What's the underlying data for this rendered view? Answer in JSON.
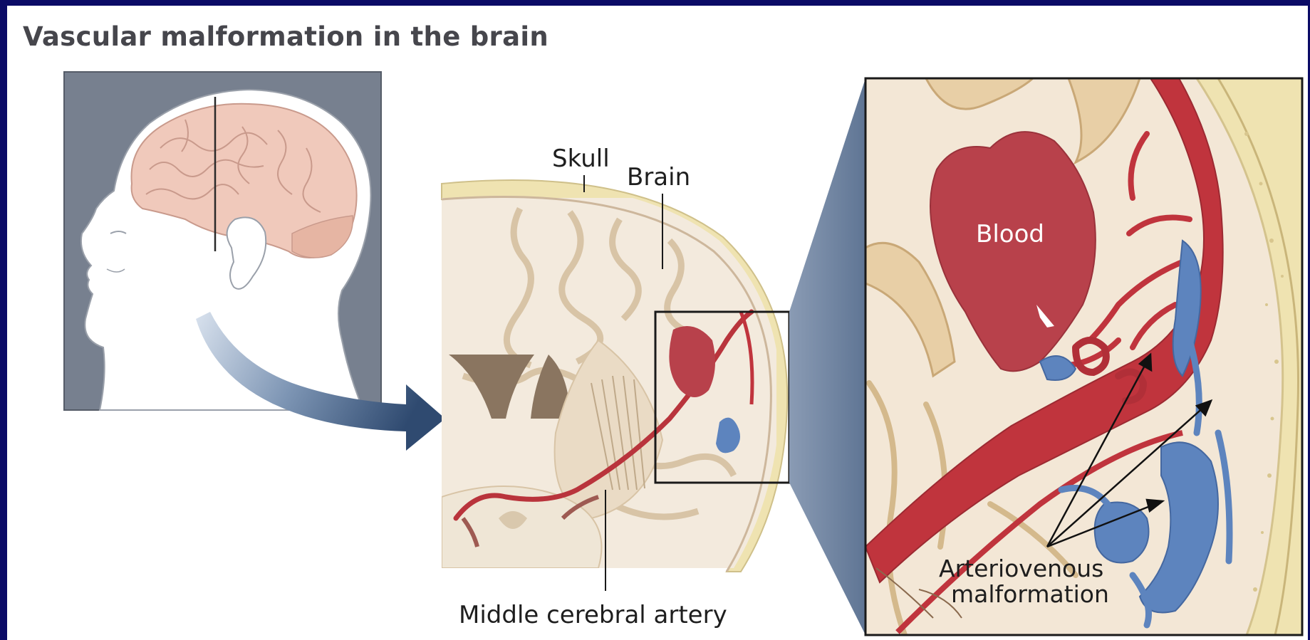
{
  "title": "Vascular malformation in the brain",
  "labels": {
    "skull": "Skull",
    "brain": "Brain",
    "middle_cerebral_artery": "Middle cerebral artery",
    "blood": "Blood",
    "avm_line1": "Arteriovenous",
    "avm_line2": "malformation"
  },
  "colors": {
    "border": "#0b0b66",
    "panel_gray": "#77808f",
    "artery_red": "#c0343d",
    "blood_red": "#b8414b",
    "vein_blue": "#5d84be",
    "skull_yellow": "#efe3b1",
    "brain_beige": "#f3eadd"
  }
}
